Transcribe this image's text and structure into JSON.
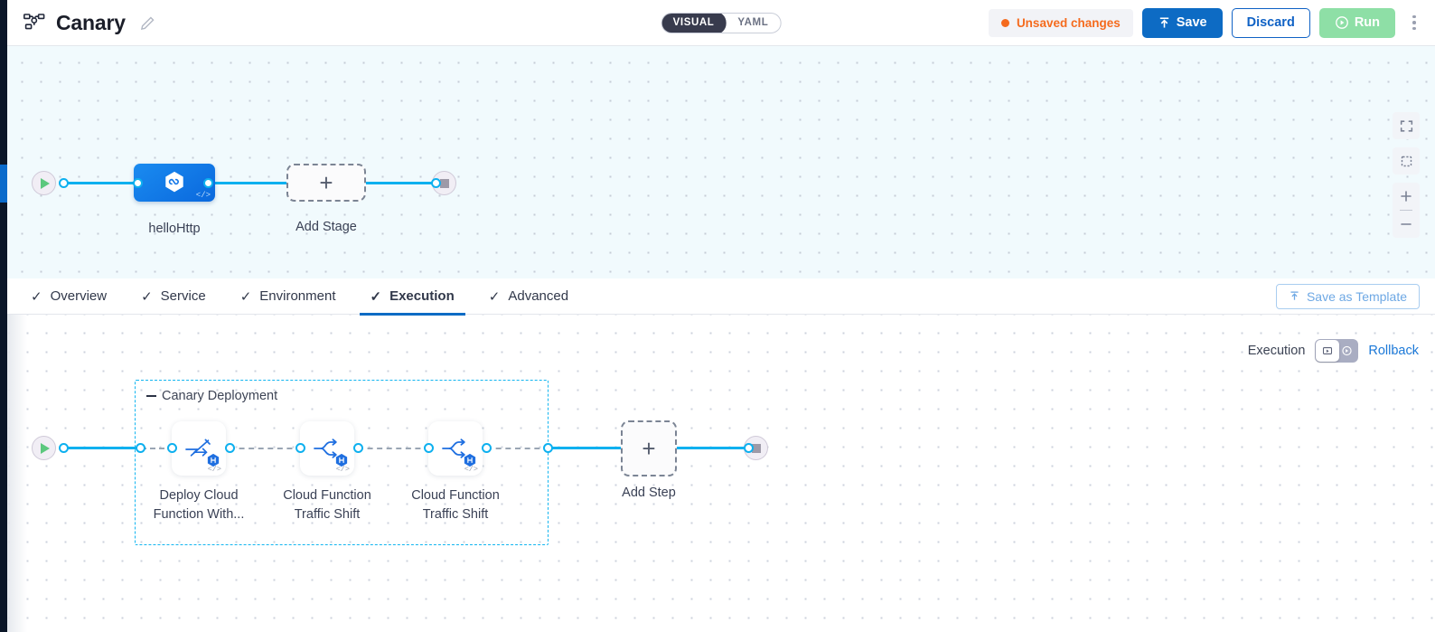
{
  "header": {
    "pipeline_icon": "pipeline-icon",
    "title": "Canary",
    "edit_icon": "pencil-icon",
    "mode_toggle": {
      "options": [
        "VISUAL",
        "YAML"
      ],
      "selected": "VISUAL"
    },
    "unsaved_label": "Unsaved changes",
    "unsaved_color": "#f56b1e",
    "save_label": "Save",
    "discard_label": "Discard",
    "run_label": "Run",
    "more_icon": "kebab-menu-icon"
  },
  "top_canvas": {
    "start_icon": "play-start-icon",
    "end_icon": "stop-end-icon",
    "stage": {
      "label": "helloHttp",
      "icon": "service-hexagon-icon",
      "code_badge": "</>"
    },
    "add_stage": {
      "label": "Add Stage",
      "glyph": "+"
    },
    "controls": [
      {
        "name": "fit-to-screen-icon"
      },
      {
        "name": "selection-box-icon"
      },
      {
        "name": "zoom-in-icon",
        "glyph": "+"
      },
      {
        "name": "zoom-out-icon",
        "glyph": "−"
      }
    ]
  },
  "tabs": {
    "items": [
      {
        "label": "Overview",
        "check": "✓",
        "active": false
      },
      {
        "label": "Service",
        "check": "✓",
        "active": false
      },
      {
        "label": "Environment",
        "check": "✓",
        "active": false
      },
      {
        "label": "Execution",
        "check": "✓",
        "active": true
      },
      {
        "label": "Advanced",
        "check": "✓",
        "active": false
      }
    ],
    "save_as_template": "Save as Template",
    "save_as_template_icon": "template-upload-icon",
    "active_underline_color": "#0d6bc4"
  },
  "execution_controls": {
    "label": "Execution",
    "toggle_left_icon": "execution-view-icon",
    "toggle_right_icon": "rollback-view-icon",
    "selected": "execution",
    "rollback_label": "Rollback",
    "rollback_color": "#1c79d8"
  },
  "bottom_canvas": {
    "start_icon": "play-start-icon",
    "end_icon": "stop-end-icon",
    "group": {
      "title": "Canary Deployment",
      "collapse_icon": "collapse-dash-icon",
      "border_color": "#12b5f0"
    },
    "steps": [
      {
        "label_line1": "Deploy Cloud",
        "label_line2": "Function With...",
        "icon": "deploy-cloud-function-icon",
        "badge": "harness-hexagon-badge",
        "code_badge": "</>"
      },
      {
        "label_line1": "Cloud Function",
        "label_line2": "Traffic Shift",
        "icon": "traffic-shift-icon",
        "badge": "harness-hexagon-badge",
        "code_badge": "</>"
      },
      {
        "label_line1": "Cloud Function",
        "label_line2": "Traffic Shift",
        "icon": "traffic-shift-icon",
        "badge": "harness-hexagon-badge",
        "code_badge": "</>"
      }
    ],
    "add_step": {
      "label": "Add Step",
      "glyph": "+"
    }
  },
  "colors": {
    "edge": "#0db0ef",
    "accent_blue": "#0d6bc4",
    "canvas_top_bg": "#f1fafd",
    "rail": "#0b1628"
  }
}
